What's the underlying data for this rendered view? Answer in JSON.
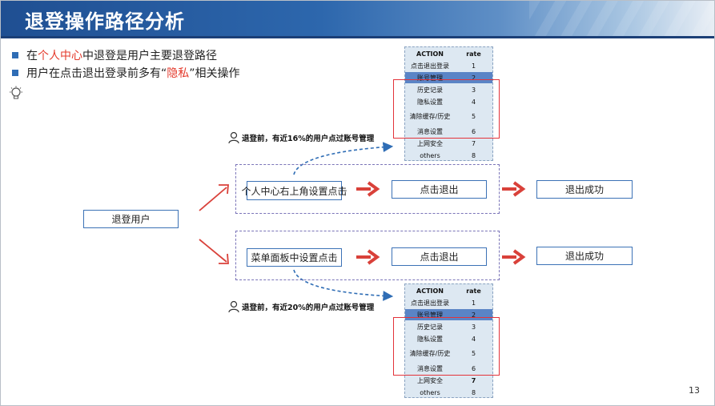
{
  "title": "退登操作路径分析",
  "bullets": {
    "b1_pre": "在",
    "b1_hl": "个人中心",
    "b1_post": "中退登是用户主要退登路径",
    "b2_pre": "用户在点击退出登录前多有“",
    "b2_hl": "隐私",
    "b2_post": "”相关操作"
  },
  "flow": {
    "start": "退登用户",
    "path1": {
      "step1": "个人中心右上角设置点击",
      "step2": "点击退出",
      "step3": "退出成功"
    },
    "path2": {
      "step1": "菜单面板中设置点击",
      "step2": "点击退出",
      "step3": "退出成功"
    }
  },
  "notes": {
    "top": "退登前，有近16%的用户点过账号管理",
    "bottom": "退登前，有近20%的用户点过账号管理"
  },
  "table_top": {
    "headers": [
      "ACTION",
      "rate"
    ],
    "rows": [
      [
        "点击退出登录",
        "1"
      ],
      [
        "账号管理",
        "2"
      ],
      [
        "历史记录",
        "3"
      ],
      [
        "隐私设置",
        "4"
      ],
      [
        "清除缓存/历史",
        "5"
      ],
      [
        "消息设置",
        "6"
      ],
      [
        "上网安全",
        "7"
      ],
      [
        "others",
        "8"
      ]
    ]
  },
  "table_bottom": {
    "headers": [
      "ACTION",
      "rate"
    ],
    "rows": [
      [
        "点击退出登录",
        "1"
      ],
      [
        "账号管理",
        "2"
      ],
      [
        "历史记录",
        "3"
      ],
      [
        "隐私设置",
        "4"
      ],
      [
        "清除缓存/历史",
        "5"
      ],
      [
        "消息设置",
        "6"
      ],
      [
        "上网安全",
        "7"
      ],
      [
        "others",
        "8"
      ]
    ]
  },
  "page_number": "13",
  "colors": {
    "accent_blue": "#2f6db5",
    "highlight_red": "#e43a2c",
    "arrow_red": "#d9413a"
  }
}
